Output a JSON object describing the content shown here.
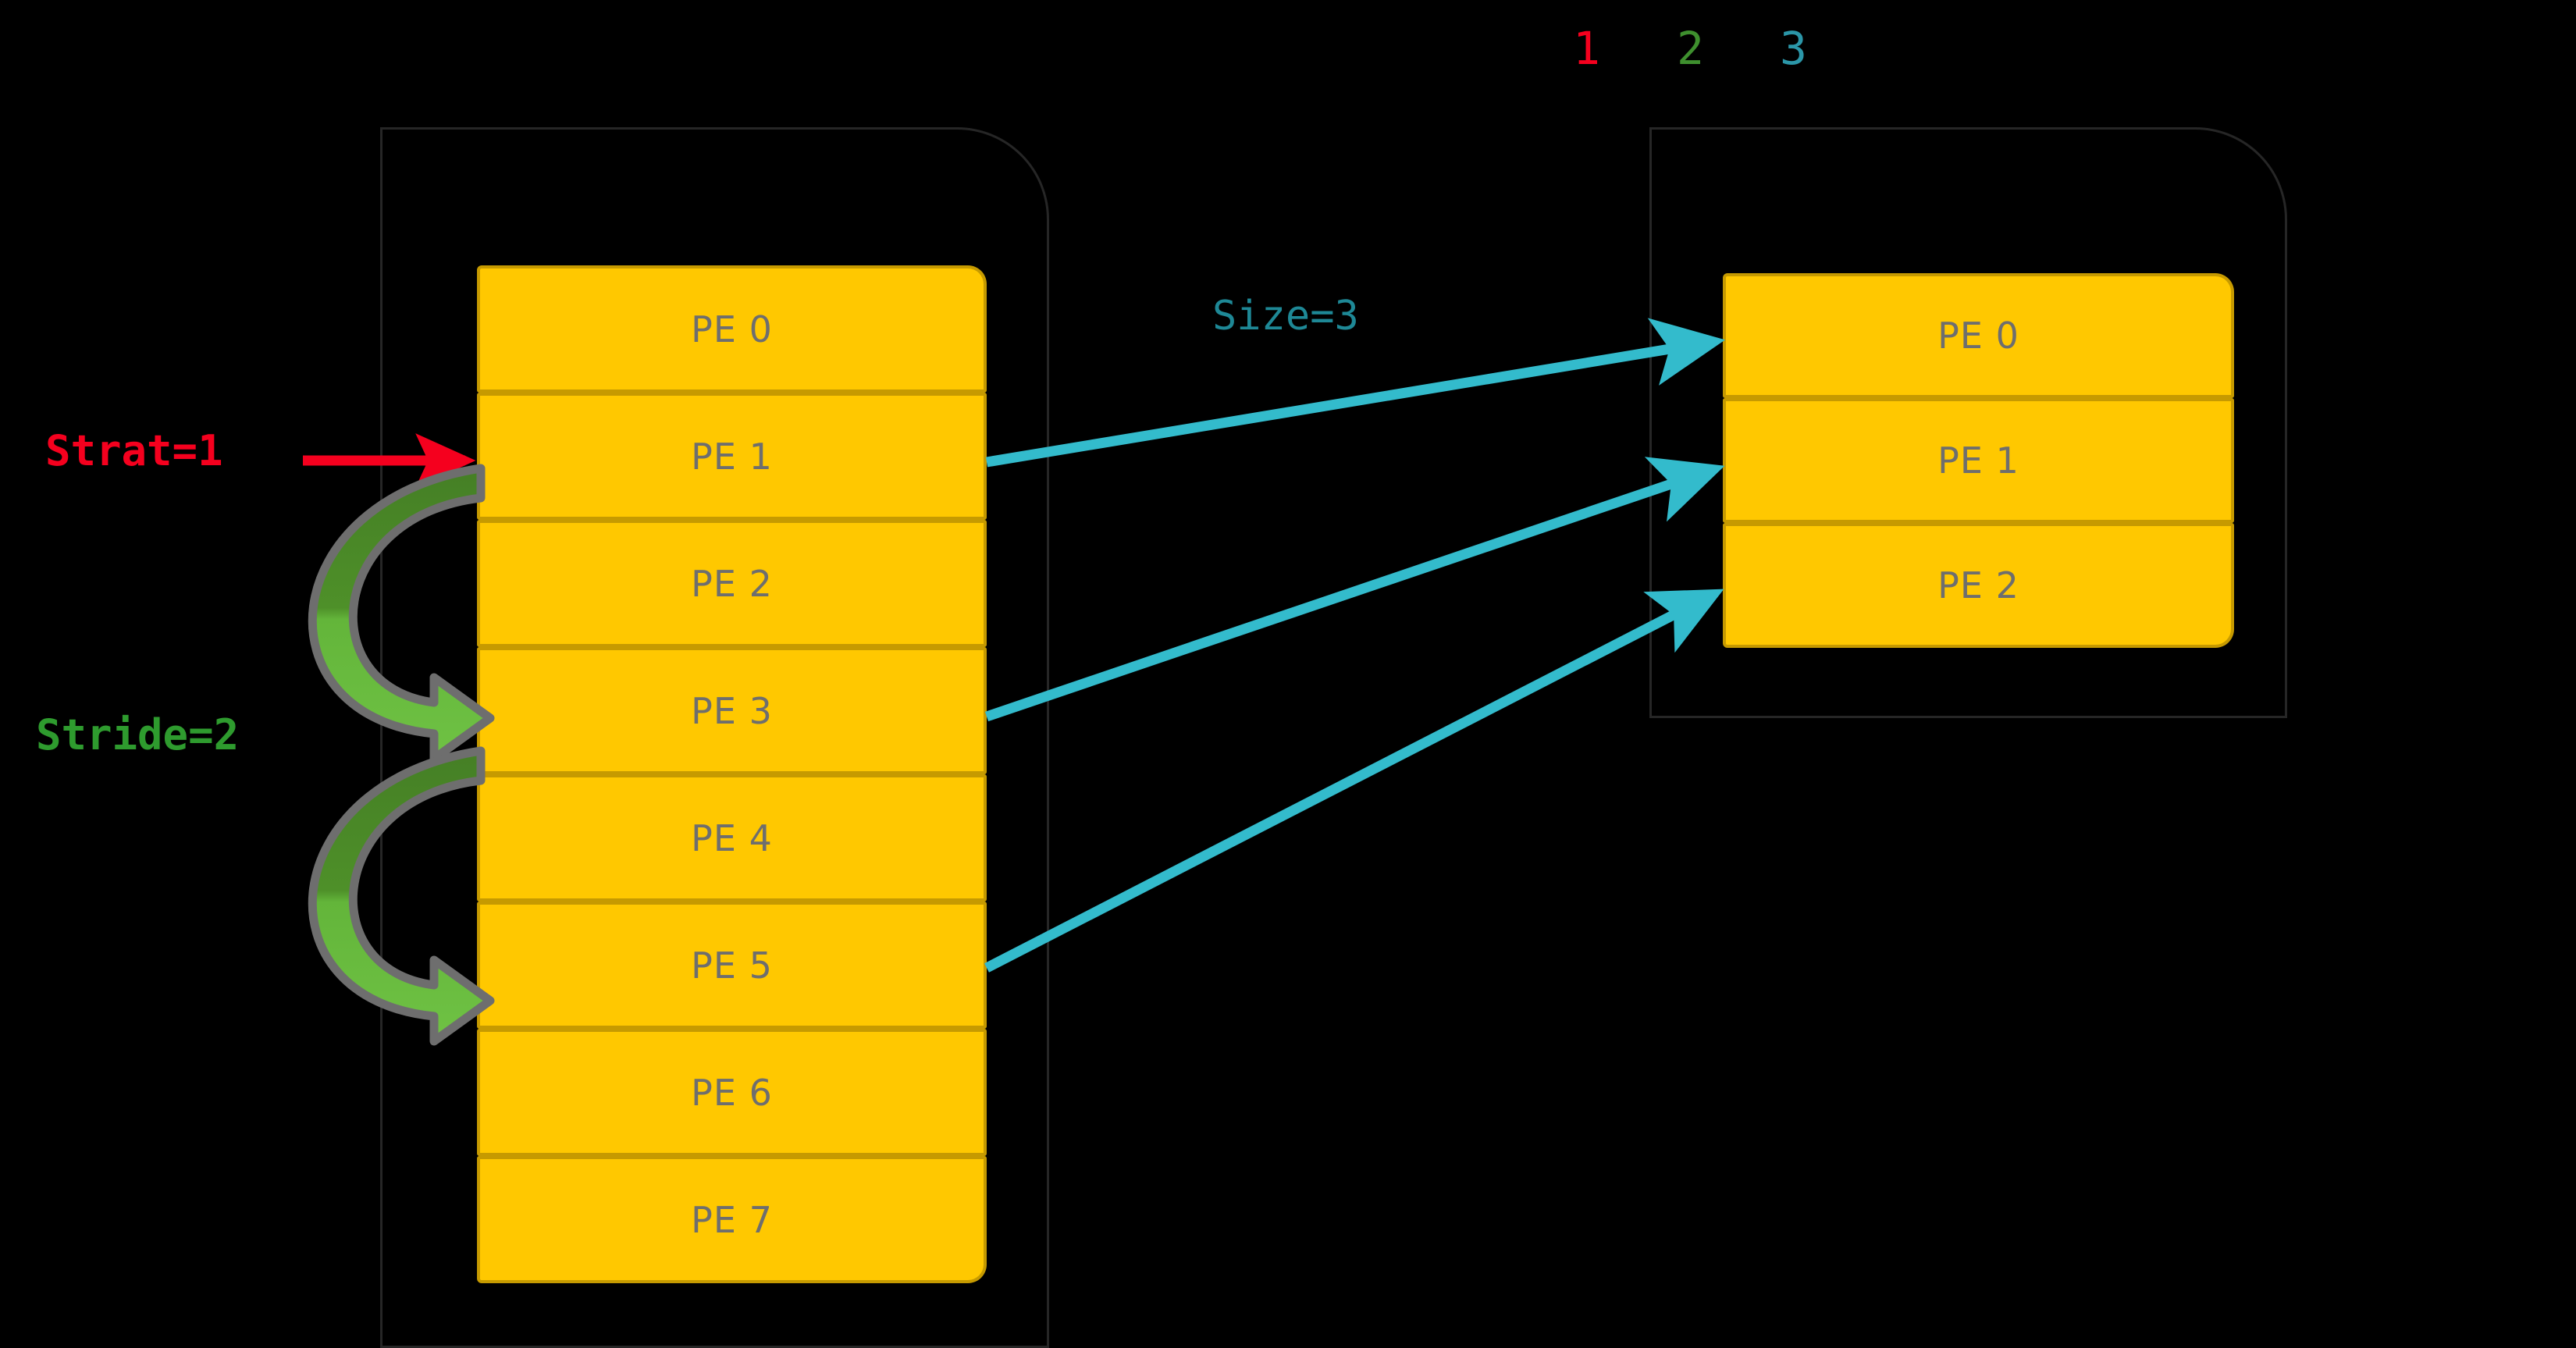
{
  "diagram": {
    "title": "PE stride/size mapping diagram",
    "background_color": "#000000"
  },
  "ticks": [
    {
      "label": "1",
      "color": "#F5001E"
    },
    {
      "label": "2",
      "color": "#3E8F2E"
    },
    {
      "label": "3",
      "color": "#2B96A8"
    }
  ],
  "labels": {
    "start": "Strat=1",
    "start_color": "#F5001E",
    "stride": "Stride=2",
    "stride_color": "#2E9B2E",
    "size": "Size=3",
    "size_color": "#1E8896"
  },
  "source_group": {
    "name": "source-pe-group",
    "block_fill": "#FFC800",
    "block_border": "#C69A00",
    "block_text_color": "#6E6E6E",
    "blocks": [
      {
        "label": "PE 0"
      },
      {
        "label": "PE 1"
      },
      {
        "label": "PE 2"
      },
      {
        "label": "PE 3"
      },
      {
        "label": "PE 4"
      },
      {
        "label": "PE 5"
      },
      {
        "label": "PE 6"
      },
      {
        "label": "PE 7"
      }
    ]
  },
  "target_group": {
    "name": "target-pe-group",
    "block_fill": "#FFC800",
    "block_border": "#C69A00",
    "block_text_color": "#6E6E6E",
    "blocks": [
      {
        "label": "PE 0"
      },
      {
        "label": "PE 1"
      },
      {
        "label": "PE 2"
      }
    ]
  },
  "mapping_arrows": {
    "color": "#33BBCC",
    "links": [
      {
        "from": "PE 1",
        "to": "PE 0"
      },
      {
        "from": "PE 3",
        "to": "PE 1"
      },
      {
        "from": "PE 5",
        "to": "PE 2"
      }
    ]
  },
  "stride_arrows": {
    "fill_top": "#4A8C2A",
    "fill_bottom": "#6BBF3F",
    "outline": "#6E6E6E",
    "hops": [
      {
        "from": "PE 1",
        "to": "PE 3"
      },
      {
        "from": "PE 3",
        "to": "PE 5"
      }
    ]
  },
  "start_arrow": {
    "color": "#F5001E",
    "points_to": "PE 1"
  }
}
